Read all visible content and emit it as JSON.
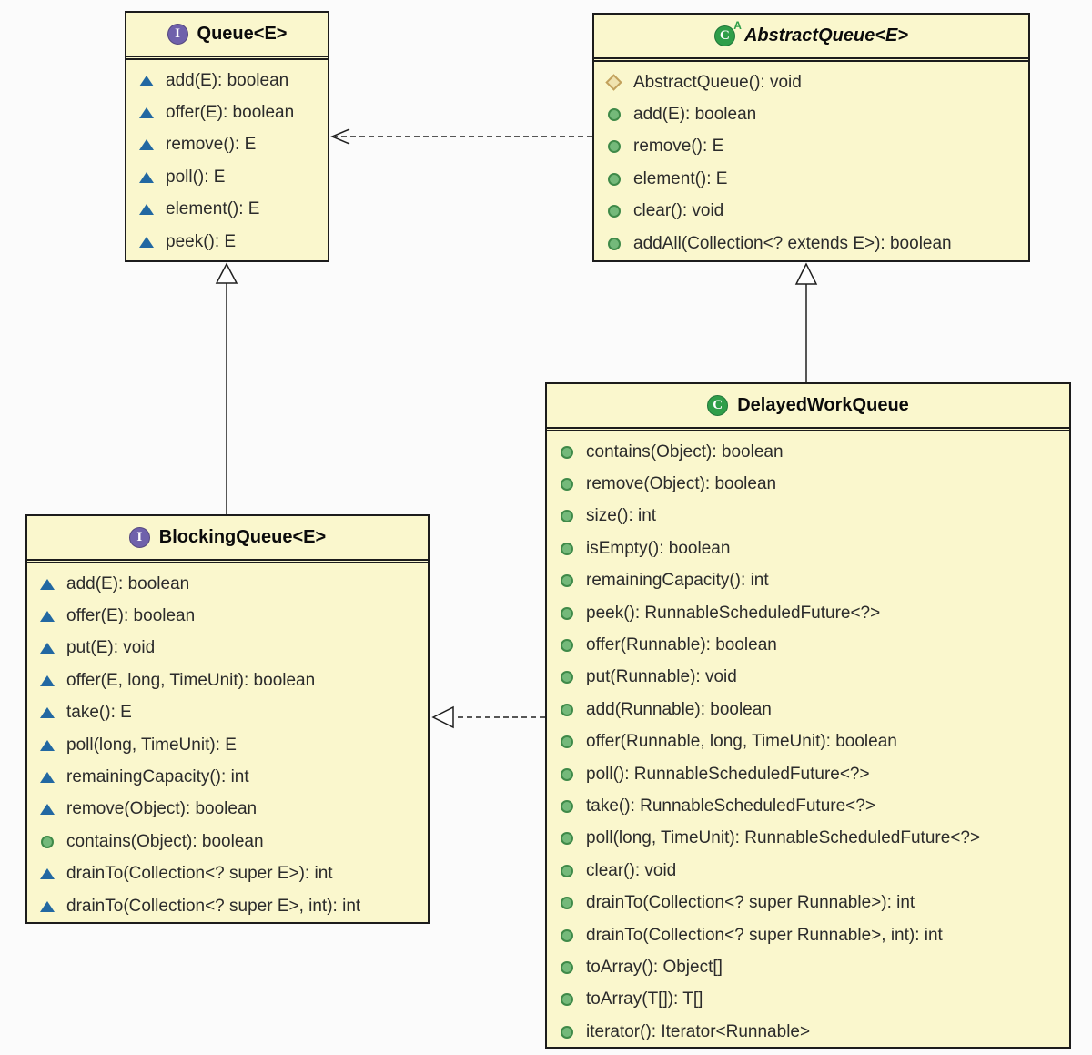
{
  "diagram": {
    "background_color": "#fbfbfb",
    "box_fill_color": "#faf7cd",
    "box_border_color": "#1c1c1c",
    "interface_icon_color": "#6f61ab",
    "class_icon_color": "#2f9e49",
    "abstract_method_icon_color": "#2268a2",
    "public_method_icon_color": "#74b97a",
    "constructor_icon_color": "#f0e3af"
  },
  "classes": [
    {
      "id": "queue",
      "title": "Queue<E>",
      "kind": "interface",
      "icon_glyph": "I",
      "methods": [
        {
          "icon": "abstract-method",
          "label": "add(E): boolean"
        },
        {
          "icon": "abstract-method",
          "label": "offer(E): boolean"
        },
        {
          "icon": "abstract-method",
          "label": "remove(): E"
        },
        {
          "icon": "abstract-method",
          "label": "poll(): E"
        },
        {
          "icon": "abstract-method",
          "label": "element(): E"
        },
        {
          "icon": "abstract-method",
          "label": "peek(): E"
        }
      ]
    },
    {
      "id": "abstract-queue",
      "title": "AbstractQueue<E>",
      "kind": "abstract-class",
      "icon_glyph": "C",
      "icon_badge": "A",
      "methods": [
        {
          "icon": "constructor-method",
          "label": "AbstractQueue(): void"
        },
        {
          "icon": "public-method",
          "label": "add(E): boolean"
        },
        {
          "icon": "public-method",
          "label": "remove(): E"
        },
        {
          "icon": "public-method",
          "label": "element(): E"
        },
        {
          "icon": "public-method",
          "label": "clear(): void"
        },
        {
          "icon": "public-method",
          "label": "addAll(Collection<? extends E>): boolean"
        }
      ]
    },
    {
      "id": "blocking-queue",
      "title": "BlockingQueue<E>",
      "kind": "interface",
      "icon_glyph": "I",
      "methods": [
        {
          "icon": "abstract-method",
          "label": "add(E): boolean"
        },
        {
          "icon": "abstract-method",
          "label": "offer(E): boolean"
        },
        {
          "icon": "abstract-method",
          "label": "put(E): void"
        },
        {
          "icon": "abstract-method",
          "label": "offer(E, long, TimeUnit): boolean"
        },
        {
          "icon": "abstract-method",
          "label": "take(): E"
        },
        {
          "icon": "abstract-method",
          "label": "poll(long, TimeUnit): E"
        },
        {
          "icon": "abstract-method",
          "label": "remainingCapacity(): int"
        },
        {
          "icon": "abstract-method",
          "label": "remove(Object): boolean"
        },
        {
          "icon": "public-method",
          "label": "contains(Object): boolean"
        },
        {
          "icon": "abstract-method",
          "label": "drainTo(Collection<? super E>): int"
        },
        {
          "icon": "abstract-method",
          "label": "drainTo(Collection<? super E>, int): int"
        }
      ]
    },
    {
      "id": "delayed-work-queue",
      "title": "DelayedWorkQueue",
      "kind": "class",
      "icon_glyph": "C",
      "methods": [
        {
          "icon": "public-method",
          "label": "contains(Object): boolean"
        },
        {
          "icon": "public-method",
          "label": "remove(Object): boolean"
        },
        {
          "icon": "public-method",
          "label": "size(): int"
        },
        {
          "icon": "public-method",
          "label": "isEmpty(): boolean"
        },
        {
          "icon": "public-method",
          "label": "remainingCapacity(): int"
        },
        {
          "icon": "public-method",
          "label": "peek(): RunnableScheduledFuture<?>"
        },
        {
          "icon": "public-method",
          "label": "offer(Runnable): boolean"
        },
        {
          "icon": "public-method",
          "label": "put(Runnable): void"
        },
        {
          "icon": "public-method",
          "label": "add(Runnable): boolean"
        },
        {
          "icon": "public-method",
          "label": "offer(Runnable, long, TimeUnit): boolean"
        },
        {
          "icon": "public-method",
          "label": "poll(): RunnableScheduledFuture<?>"
        },
        {
          "icon": "public-method",
          "label": "take(): RunnableScheduledFuture<?>"
        },
        {
          "icon": "public-method",
          "label": "poll(long, TimeUnit): RunnableScheduledFuture<?>"
        },
        {
          "icon": "public-method",
          "label": "clear(): void"
        },
        {
          "icon": "public-method",
          "label": "drainTo(Collection<? super Runnable>): int"
        },
        {
          "icon": "public-method",
          "label": "drainTo(Collection<? super Runnable>, int): int"
        },
        {
          "icon": "public-method",
          "label": "toArray(): Object[]"
        },
        {
          "icon": "public-method",
          "label": "toArray(T[]): T[]"
        },
        {
          "icon": "public-method",
          "label": "iterator(): Iterator<Runnable>"
        }
      ]
    }
  ],
  "relations": [
    {
      "from": "BlockingQueue<E>",
      "to": "Queue<E>",
      "type": "extends",
      "line": "solid",
      "head": "hollow-triangle"
    },
    {
      "from": "DelayedWorkQueue",
      "to": "AbstractQueue<E>",
      "type": "extends",
      "line": "solid",
      "head": "hollow-triangle"
    },
    {
      "from": "DelayedWorkQueue",
      "to": "BlockingQueue<E>",
      "type": "implements",
      "line": "dashed",
      "head": "hollow-triangle"
    },
    {
      "from": "AbstractQueue<E>",
      "to": "Queue<E>",
      "type": "depends",
      "line": "dashed",
      "head": "open-arrow"
    }
  ]
}
